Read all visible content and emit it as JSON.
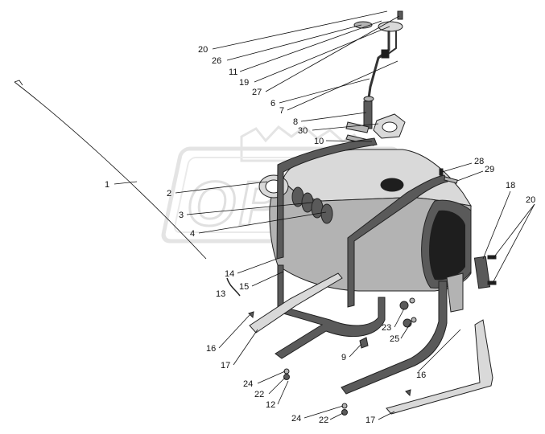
{
  "diagram": {
    "watermark": "OPEX",
    "callouts": [
      {
        "label": "20"
      },
      {
        "label": "26"
      },
      {
        "label": "11"
      },
      {
        "label": "19"
      },
      {
        "label": "27"
      },
      {
        "label": "6"
      },
      {
        "label": "7"
      },
      {
        "label": "8"
      },
      {
        "label": "30"
      },
      {
        "label": "10"
      },
      {
        "label": "1"
      },
      {
        "label": "2"
      },
      {
        "label": "3"
      },
      {
        "label": "4"
      },
      {
        "label": "28"
      },
      {
        "label": "29"
      },
      {
        "label": "18"
      },
      {
        "label": "20"
      },
      {
        "label": "14"
      },
      {
        "label": "15"
      },
      {
        "label": "13"
      },
      {
        "label": "16"
      },
      {
        "label": "17"
      },
      {
        "label": "23"
      },
      {
        "label": "25"
      },
      {
        "label": "9"
      },
      {
        "label": "24"
      },
      {
        "label": "22"
      },
      {
        "label": "12"
      },
      {
        "label": "16"
      },
      {
        "label": "24"
      },
      {
        "label": "22"
      },
      {
        "label": "17"
      }
    ]
  }
}
